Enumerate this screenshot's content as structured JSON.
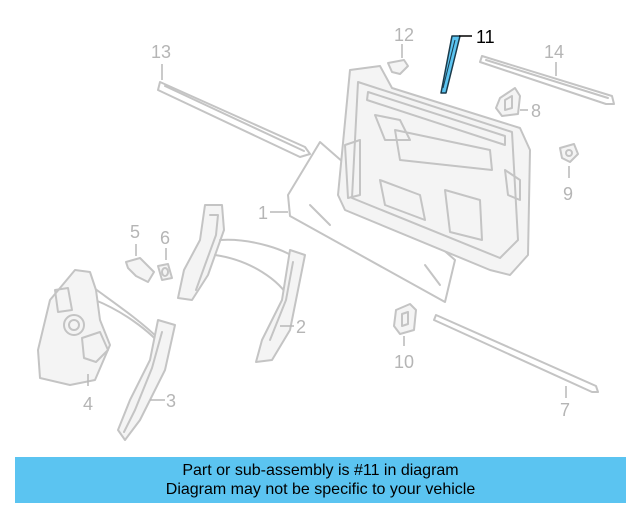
{
  "labels": {
    "p1": "1",
    "p2": "2",
    "p3": "3",
    "p4": "4",
    "p5": "5",
    "p6": "6",
    "p7": "7",
    "p8": "8",
    "p9": "9",
    "p10": "10",
    "p11": "11",
    "p12": "12",
    "p13": "13",
    "p14": "14"
  },
  "highlight_color": "#5bc4f1",
  "banner": {
    "line1": "Part or sub-assembly is #11 in diagram",
    "line2": "Diagram may not be specific to your vehicle"
  }
}
